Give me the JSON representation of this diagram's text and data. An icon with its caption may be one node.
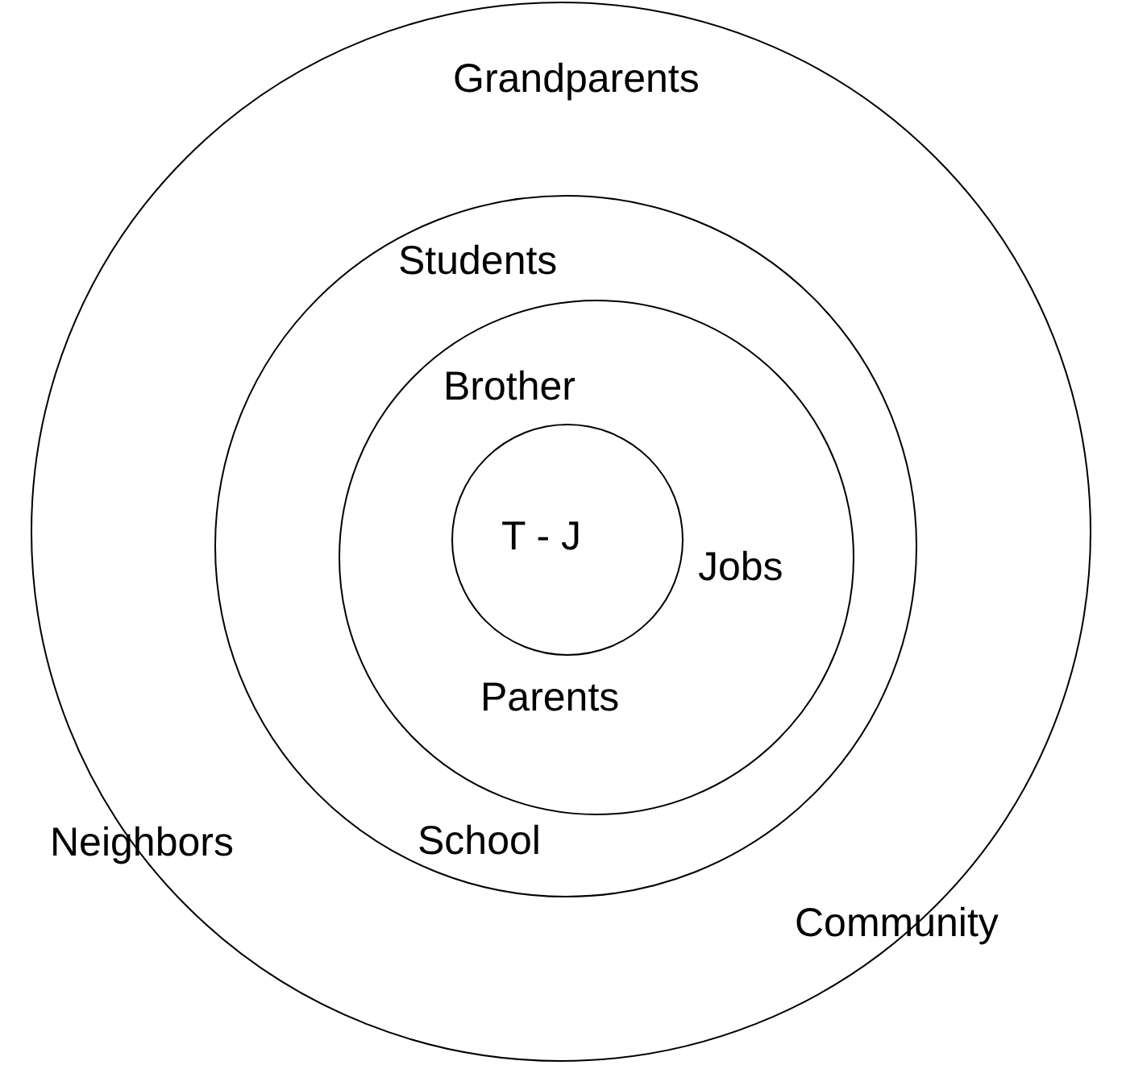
{
  "diagram": {
    "nodes": [
      {
        "text": [
          "Grandparents",
          "Neighbors",
          "Community"
        ]
      },
      {
        "text": [
          "Students",
          "School"
        ],
        "in": 0
      },
      {
        "text": [
          "Brother",
          "Jobs",
          "Parents"
        ],
        "in": 1
      },
      {
        "text": [
          "T - J"
        ],
        "in": 2
      }
    ]
  }
}
